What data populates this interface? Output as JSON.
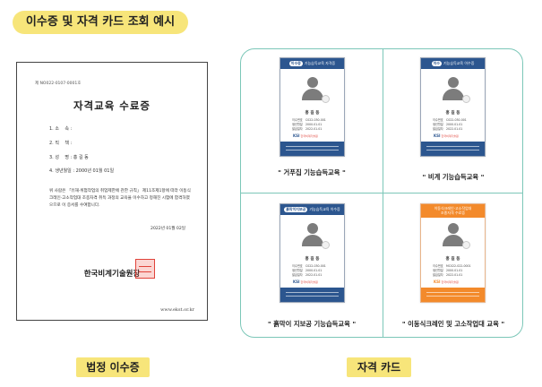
{
  "page_title": "이수증 및 자격 카드 조회 예시",
  "certificate": {
    "doc_no": "제 NO022-0107-0001호",
    "title": "자격교육 수료증",
    "fields": [
      "1. 소    속 :",
      "2. 직    책 :",
      "3. 성    명 : 홍 길 동",
      "4. 생년월일 : 2000년 01월 01일"
    ],
    "body": "위 사람은 「유해·위험작업의 취업제한에 관한 규칙」 제11조제1항에 따라 이동식 크레인·고소작업대 조종자격 취득 과정의 교육을 이수하고 정해진 시험에 합격하였으므로 이 증서를 수여합니다.",
    "issue_date": "2022년 01월 02일",
    "org": "한국비계기술원장",
    "url": "www.ekst.or.kr"
  },
  "cards": [
    {
      "header_tag": "이수증",
      "header_text": "기능습득교육 자격증",
      "name": "홍 길 동",
      "rows": [
        [
          "이수번호",
          "C022-030-001"
        ],
        [
          "생년월일",
          "2000.01.01"
        ],
        [
          "발급일자",
          "2022.01.01"
        ]
      ],
      "logo": "KSI",
      "logo_sub": "한국비계기술원",
      "caption": "\" 거푸집 기능습득교육 \""
    },
    {
      "header_tag": "이수",
      "header_text": "기능습득교육 이수증",
      "name": "홍 길 동",
      "rows": [
        [
          "이수번호",
          "C022-030-001"
        ],
        [
          "생년월일",
          "2000.01.01"
        ],
        [
          "발급일자",
          "2022.01.01"
        ]
      ],
      "logo": "KSI",
      "logo_sub": "한국비계기술원",
      "caption": "\" 비계 기능습득교육 \""
    },
    {
      "header_tag": "흙막이지보공",
      "header_text": "기능습득교육 이수증",
      "name": "홍 길 동",
      "rows": [
        [
          "이수번호",
          "C022-030-001"
        ],
        [
          "생년월일",
          "2000.01.01"
        ],
        [
          "발급일자",
          "2022.01.01"
        ]
      ],
      "logo": "KSI",
      "logo_sub": "한국비계기술원",
      "caption": "\" 흙막이 지보공 기능습득교육 \""
    },
    {
      "header_tag": "이동식크레인·고소작업대",
      "header_text": "조종자격 수료증",
      "name": "홍 길 동",
      "rows": [
        [
          "이수번호",
          "MC022-022-0001"
        ],
        [
          "생년월일",
          "2000.01.01"
        ],
        [
          "발급일자",
          "2022.01.01"
        ]
      ],
      "logo": "KSI",
      "logo_sub": "한국비계기술원",
      "caption": "\" 이동식크레인 및 고소작업대 교육 \""
    }
  ],
  "labels": {
    "certificate": "법정 이수증",
    "cards": "자격 카드"
  },
  "colors": {
    "highlight": "#f7e57a",
    "card_blue": "#2c568f",
    "card_orange": "#f38a2b",
    "grid_border": "#7cc7b8"
  }
}
